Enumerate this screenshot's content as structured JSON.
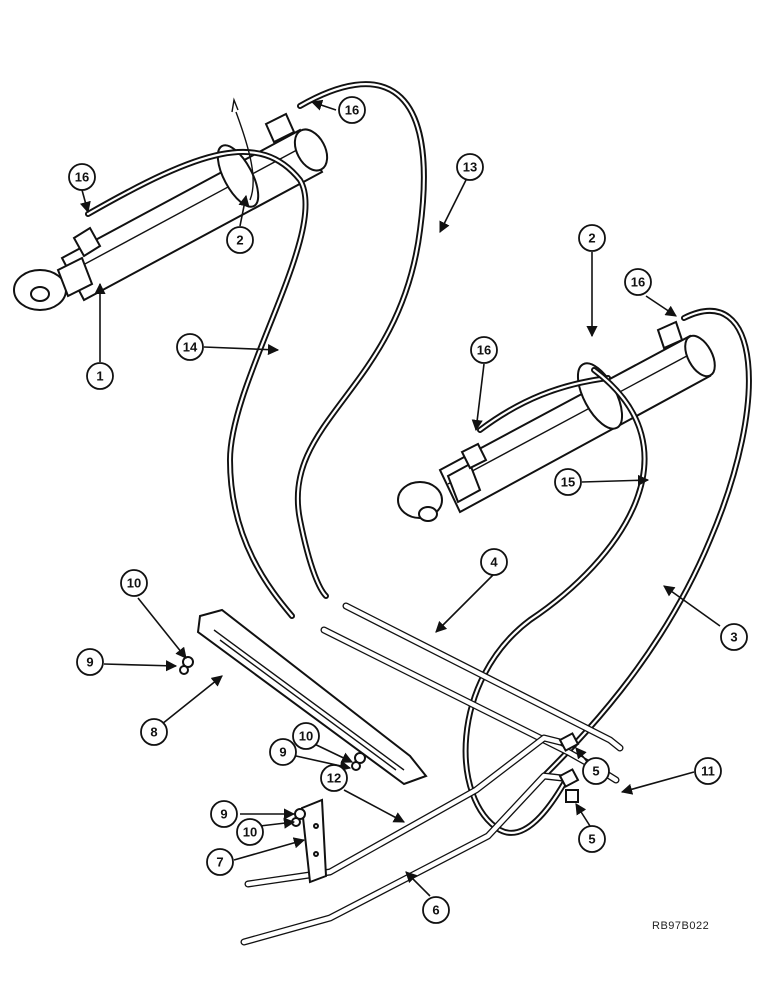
{
  "callouts": {
    "c1": "1",
    "c2a": "2",
    "c2b": "2",
    "c3": "3",
    "c4": "4",
    "c5a": "5",
    "c5b": "5",
    "c6": "6",
    "c7": "7",
    "c8": "8",
    "c9a": "9",
    "c9b": "9",
    "c9c": "9",
    "c10a": "10",
    "c10b": "10",
    "c10c": "10",
    "c11": "11",
    "c12": "12",
    "c13": "13",
    "c14": "14",
    "c15": "15",
    "c16a": "16",
    "c16b": "16",
    "c16c": "16",
    "c16d": "16"
  },
  "reference_code": "RB97B022"
}
